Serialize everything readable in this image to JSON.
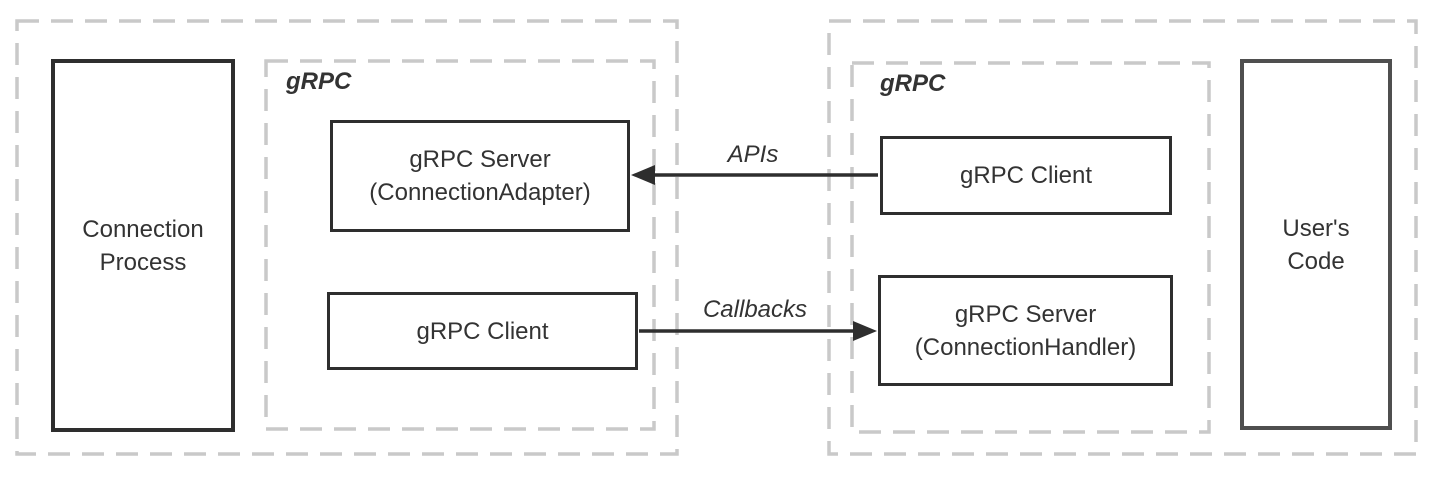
{
  "diagram": {
    "left_panel": {
      "process_box": {
        "line1": "Connection",
        "line2": "Process"
      },
      "grpc_group": {
        "label": "gRPC",
        "server_box": {
          "line1": "gRPC Server",
          "line2": "(ConnectionAdapter)"
        },
        "client_box": {
          "label": "gRPC Client"
        }
      }
    },
    "right_panel": {
      "grpc_group": {
        "label": "gRPC",
        "client_box": {
          "label": "gRPC Client"
        },
        "server_box": {
          "line1": "gRPC Server",
          "line2": "(ConnectionHandler)"
        }
      },
      "code_box": {
        "line1": "User's",
        "line2": "Code"
      }
    },
    "arrows": {
      "apis": {
        "label": "APIs",
        "direction": "right-to-left"
      },
      "callbacks": {
        "label": "Callbacks",
        "direction": "left-to-right"
      }
    },
    "colors": {
      "solid_border": "#2e2e2e",
      "secondary_border": "#4f4f4f",
      "dashed_border": "#c9c9c9",
      "text": "#333333",
      "background": "#ffffff"
    }
  }
}
